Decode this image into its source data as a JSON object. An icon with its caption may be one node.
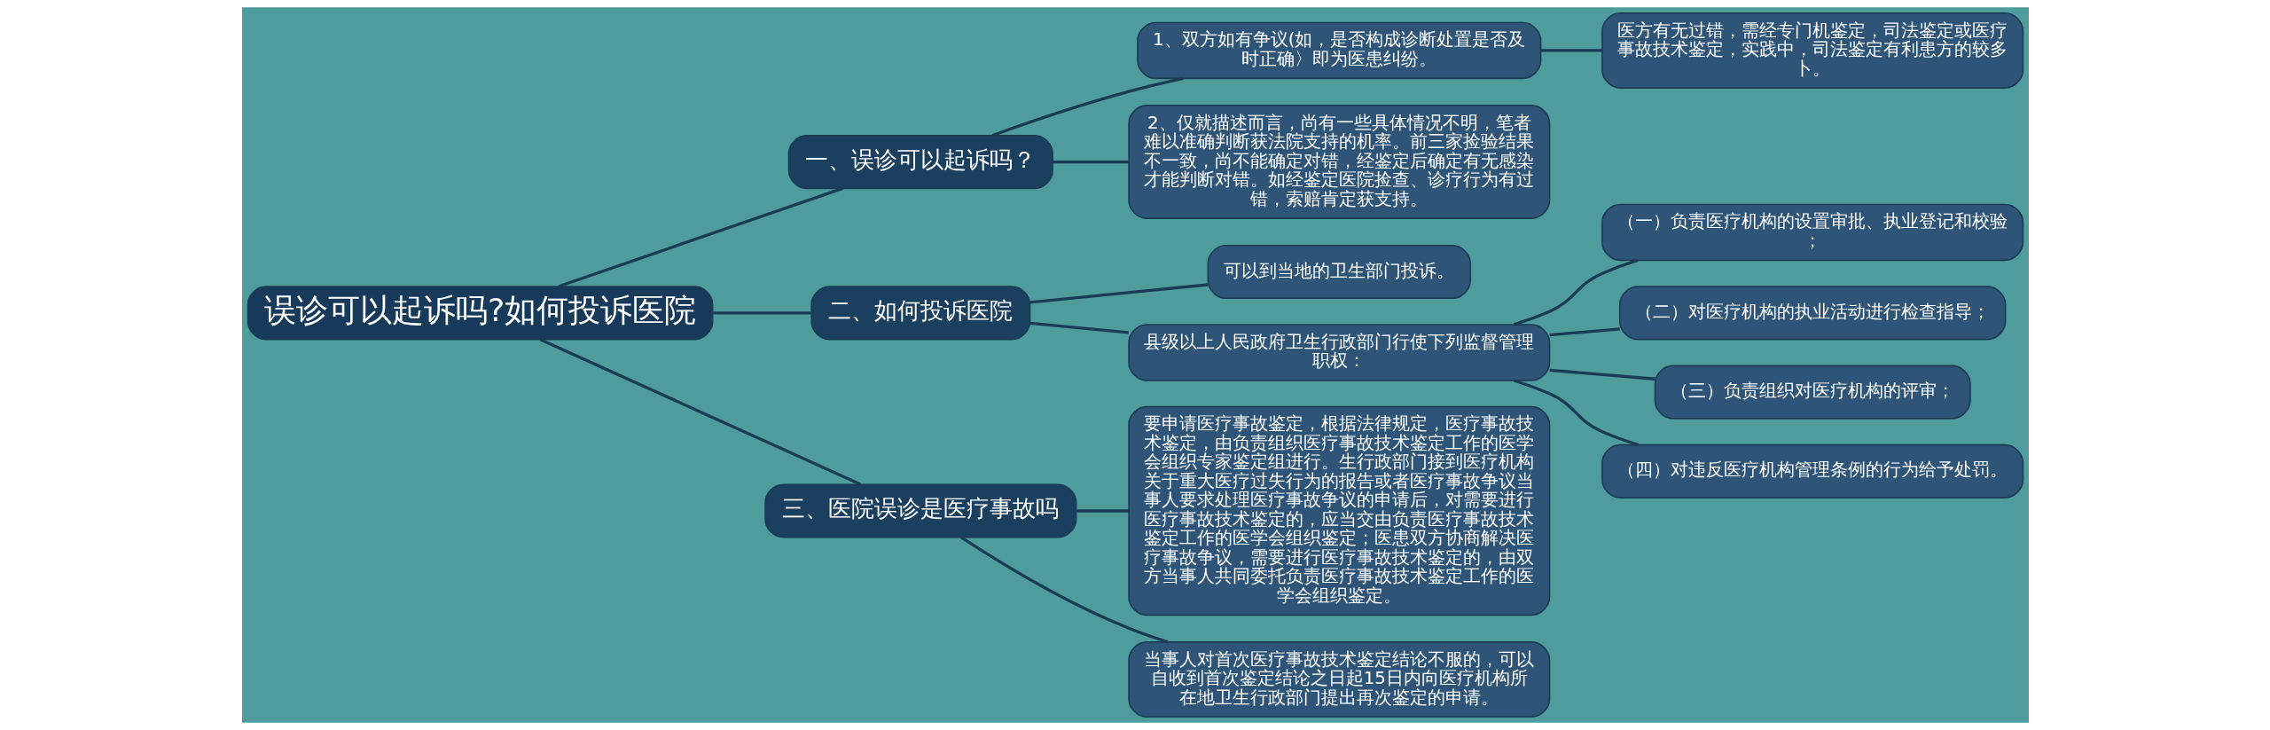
{
  "diagram": {
    "nodes": [
      {
        "text": [
          "误诊可以起诉吗?如何投诉医院"
        ]
      },
      {
        "text": [
          "一、误诊可以起诉吗？"
        ]
      },
      {
        "text": [
          "1、双方如有争议(如，是否构成诊断处置是否及时正确〉即为医患纠纷。"
        ]
      },
      {
        "text": [
          "医方有无过错，需经专门机鉴定，司法鉴定或医疗事故技术鉴定，实践中，司法鉴定有利患方的较多卜。"
        ]
      },
      {
        "text": [
          "2、仅就描述而言，尚有一些具体情况不明，笔者难以准确判断获法院支持的机率。前三家捡验结果不一致，尚不能确定对错，经鉴定后确定有无感染才能判断对错。如经鉴定医院捡查、诊疗行为有过错，索赔肯定获支持。"
        ]
      },
      {
        "text": [
          "二、如何投诉医院"
        ]
      },
      {
        "text": [
          "可以到当地的卫生部门投诉。"
        ]
      },
      {
        "text": [
          "县级以上人民政府卫生行政部门行使下列监督管理职权："
        ]
      },
      {
        "text": [
          "（一）负责医疗机构的设置审批、执业登记和校验；"
        ]
      },
      {
        "text": [
          "（二）对医疗机构的执业活动进行检查指导；"
        ]
      },
      {
        "text": [
          "（三）负责组织对医疗机构的评审；"
        ]
      },
      {
        "text": [
          "（四）对违反医疗机构管理条例的行为给予处罚。"
        ]
      },
      {
        "text": [
          "三、医院误诊是医疗事故吗"
        ]
      },
      {
        "text": [
          "要申请医疗事故鉴定，根据法律规定，医疗事故技术鉴定，由负责组织医疗事故技术鉴定工作的医学会组织专家鉴定组进行。生行政部门接到医疗机构关于重大医疗过失行为的报告或者医疗事故争议当事人要求处理医疗事故争议的申请后，对需要进行医疗事故技术鉴定的，应当交由负责医疗事故技术鉴定工作的医学会组织鉴定；医患双方协商解决医疗事故争议，需要进行医疗事故技术鉴定的，由双方当事人共同委托负责医疗事故技术鉴定工作的医学会组织鉴定。"
        ]
      },
      {
        "text": [
          "当事人对首次医疗事故技术鉴定结论不服的，可以自收到首次鉴定结论之日起15日内向医疗机构所在地卫生行政部门提出再次鉴定的申请。"
        ]
      }
    ],
    "edges": [
      {
        "from": 0,
        "to": 1,
        "arrow": "none"
      },
      {
        "from": 1,
        "to": 2,
        "arrow": "none"
      },
      {
        "from": 2,
        "to": 3,
        "arrow": "none"
      },
      {
        "from": 1,
        "to": 4,
        "arrow": "none"
      },
      {
        "from": 0,
        "to": 5,
        "arrow": "none"
      },
      {
        "from": 5,
        "to": 6,
        "arrow": "none"
      },
      {
        "from": 5,
        "to": 7,
        "arrow": "none"
      },
      {
        "from": 7,
        "to": 8,
        "arrow": "none"
      },
      {
        "from": 7,
        "to": 9,
        "arrow": "none"
      },
      {
        "from": 7,
        "to": 10,
        "arrow": "none"
      },
      {
        "from": 7,
        "to": 11,
        "arrow": "none"
      },
      {
        "from": 0,
        "to": 12,
        "arrow": "none"
      },
      {
        "from": 12,
        "to": 13,
        "arrow": "none"
      },
      {
        "from": 12,
        "to": 14,
        "arrow": "none"
      }
    ]
  }
}
